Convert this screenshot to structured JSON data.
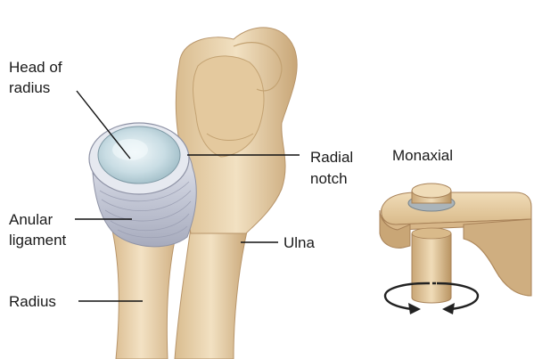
{
  "labels": {
    "head_of_radius_line1": "Head of",
    "head_of_radius_line2": "radius",
    "radial_notch_line1": "Radial",
    "radial_notch_line2": "notch",
    "anular_ligament_line1": "Anular",
    "anular_ligament_line2": "ligament",
    "radius": "Radius",
    "ulna": "Ulna",
    "joint_type": "Monaxial"
  },
  "colors": {
    "bone": "#e9d2ad",
    "bone_shadow": "#c9a878",
    "bone_highlight": "#f7ead2",
    "cartilage": "#cfe0e6",
    "ligament": "#c9ccda",
    "model": "#e3c69a",
    "model_dark": "#b48c5a",
    "arrow": "#222222",
    "leader": "#111111"
  },
  "icons": {
    "motion_arrow": "rotation-arrows-icon"
  }
}
